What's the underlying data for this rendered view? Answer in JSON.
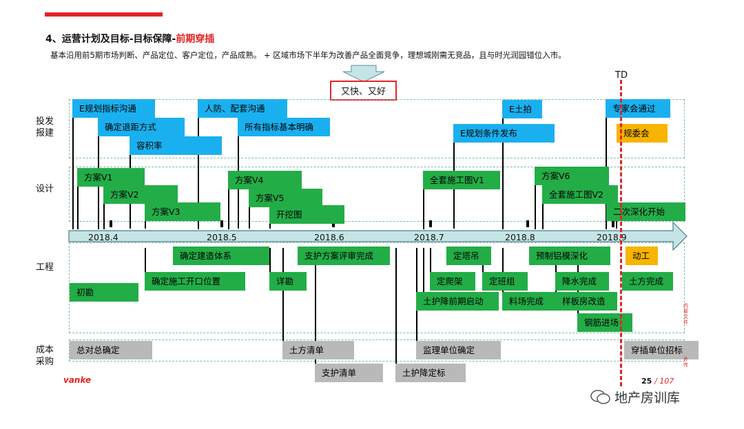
{
  "header": {
    "title_main": "4、运营计划及目标-目标保障-",
    "title_highlight": "前期穿插",
    "subtitle": "基本沿用前5期市场判断、产品定位、客户定位，产品成熟。 + 区域市场下半年为改善产品全面竞争，理想城刚需无竞品，且与时光润园错位入市。",
    "callout": "又快、又好",
    "td": "TD"
  },
  "rows": {
    "tf": "投发\n报建",
    "design": "设计",
    "eng": "工程",
    "cost": "成本\n采购"
  },
  "timeline": [
    "2018.4",
    "2018.5",
    "2018.6",
    "2018.7",
    "2018.8",
    "2018.9"
  ],
  "tasks": {
    "tf": [
      "E规划指标沟通",
      "确定退距方式",
      "容积率",
      "人防、配套沟通",
      "所有指标基本明确",
      "E规划条件发布",
      "E土拍",
      "专家会通过",
      "规委会"
    ],
    "design": [
      "方案V1",
      "方案V2",
      "方案V3",
      "方案V4",
      "方案V5",
      "开挖图",
      "全套施工图V1",
      "方案V6",
      "全套施工图V2",
      "二次深化开始"
    ],
    "eng": [
      "确定建造体系",
      "支护方案评审完成",
      "定塔吊",
      "预制铝模深化",
      "动工",
      "确定施工开口位置",
      "详勘",
      "定爬架",
      "定班组",
      "降水完成",
      "土方完成",
      "初勘",
      "土护降前期启动",
      "料场完成",
      "样板房改造",
      "钢筋进场"
    ],
    "cost": [
      "总对总确定",
      "土方清单",
      "监理单位确定",
      "穿插单位招标",
      "支护清单",
      "土护降定标"
    ]
  },
  "footer": {
    "page": "25",
    "total": "/ 107",
    "logo": "vanke",
    "watermark": "地产房训库",
    "side_note": "内部文件",
    "side_note2": "外传"
  },
  "colors": {
    "accent_red": "#e42324",
    "blue": "#1ab0ef",
    "green": "#23ad47",
    "gray": "#b9b9b9",
    "orange": "#f8b400",
    "timeline": "#c5e4e6"
  }
}
